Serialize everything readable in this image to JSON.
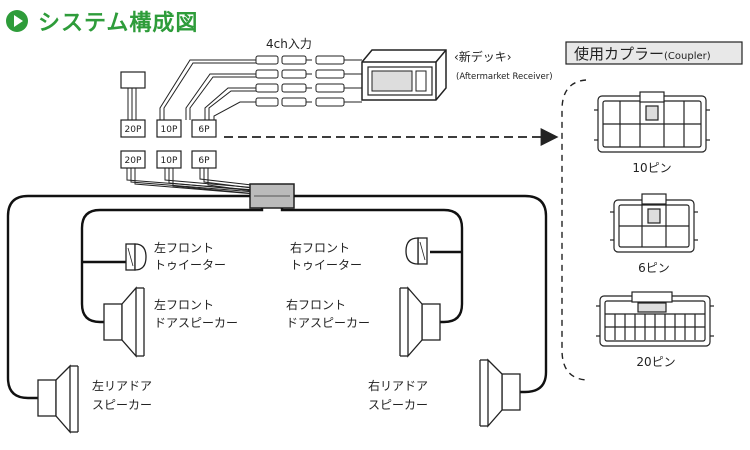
{
  "title": "システム構成図",
  "input_label": "4ch入力",
  "receiver": {
    "label": "‹新デッキ›",
    "sublabel": "(Aftermarket Receiver)"
  },
  "coupler": {
    "header": "使用カプラー",
    "header_en": "(Coupler)",
    "pins": [
      "10ピン",
      "6ピン",
      "20ピン"
    ]
  },
  "connectors_upper": [
    "20P",
    "10P",
    "6P"
  ],
  "connectors_lower": [
    "20P",
    "10P",
    "6P"
  ],
  "speakers": {
    "fl_tweeter": [
      "左フロント",
      "トゥイーター"
    ],
    "fr_tweeter": [
      "右フロント",
      "トゥイーター"
    ],
    "fl_door": [
      "左フロント",
      "ドアスピーカー"
    ],
    "fr_door": [
      "右フロント",
      "ドアスピーカー"
    ],
    "rl_door": [
      "左リアドア",
      "スピーカー"
    ],
    "rr_door": [
      "右リアドア",
      "スピーカー"
    ]
  },
  "colors": {
    "title_green": "#2e9c3a",
    "line": "#222222",
    "panel": "#e8e8e8"
  }
}
